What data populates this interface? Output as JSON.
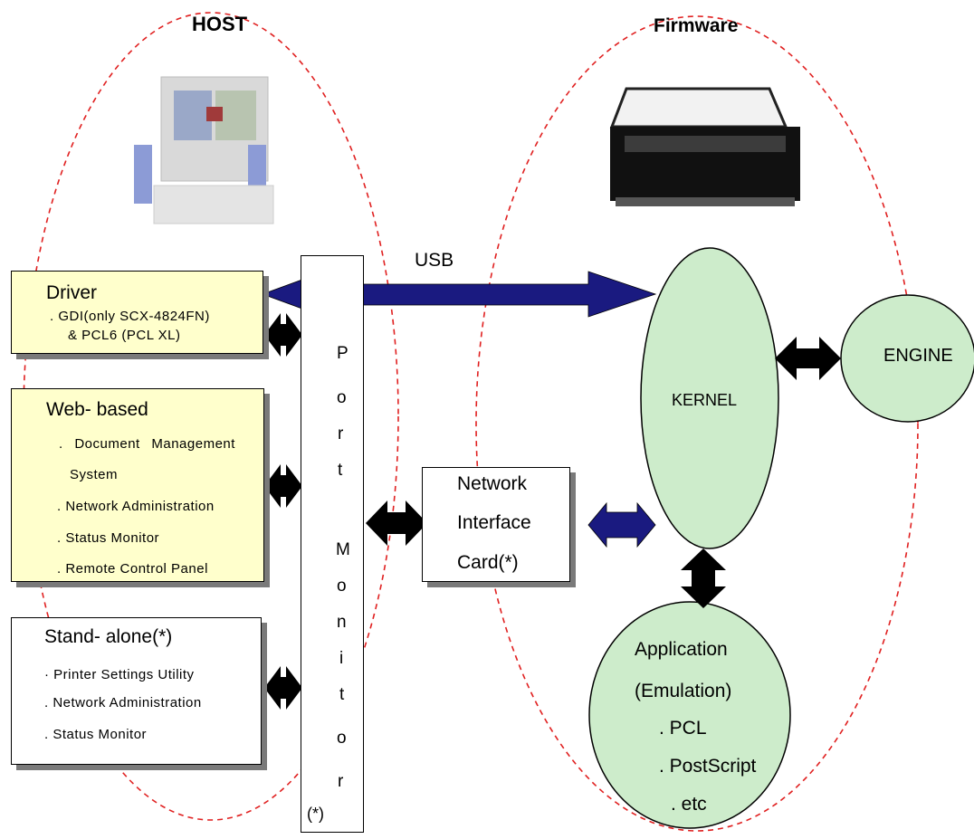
{
  "regions": {
    "host": "HOST",
    "firmware": "Firmware"
  },
  "connection": {
    "usb": "USB"
  },
  "driver_box": {
    "title": "Driver",
    "items": [
      ". GDI(only SCX-4824FN)",
      "& PCL6 (PCL XL)"
    ]
  },
  "web_box": {
    "title": "Web- based",
    "items": [
      ". Document Management",
      "System",
      ". Network Administration",
      ". Status Monitor",
      ". Remote Control Panel"
    ]
  },
  "standalone_box": {
    "title": "Stand- alone(*)",
    "items": [
      "· Printer Settings Utility",
      ". Network Administration",
      ". Status Monitor"
    ]
  },
  "port_monitor": {
    "letters": [
      "P",
      "o",
      "r",
      "t",
      "M",
      "o",
      "n",
      "i",
      "t",
      "o",
      "r"
    ],
    "note": "(*)"
  },
  "network_card": {
    "lines": [
      "Network",
      "Interface",
      "Card(*)"
    ]
  },
  "kernel": {
    "label": "KERNEL"
  },
  "engine": {
    "label": "ENGINE"
  },
  "application": {
    "lines": [
      "Application",
      "(Emulation)",
      ". PCL",
      ". PostScript",
      ". etc"
    ]
  },
  "colors": {
    "region_dash": "#e02020",
    "arrow_blue": "#1a1a80",
    "arrow_black": "#000000",
    "box_yellow": "#ffffcc",
    "node_green": "#cdeccb"
  },
  "icons": [
    "computer-icon",
    "printer-icon"
  ]
}
